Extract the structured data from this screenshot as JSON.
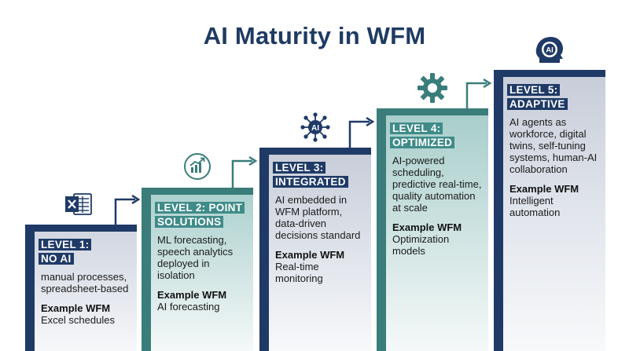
{
  "title": "AI Maturity in WFM",
  "levels": [
    {
      "heading_line1": "LEVEL 1:",
      "heading_line2": "NO AI",
      "description": "manual processes, spreadsheet-based",
      "example_label": "Example WFM",
      "example_value": "Excel schedules",
      "icon": "excel-icon",
      "color": "#1f3a66"
    },
    {
      "heading_line1": "LEVEL 2: POINT",
      "heading_line2": "SOLUTIONS",
      "description": "ML forecasting, speech analytics deployed in isolation",
      "example_label": "Example WFM",
      "example_value": "AI forecasting",
      "icon": "growth-chart-icon",
      "color": "#3a7d7a"
    },
    {
      "heading_line1": "LEVEL 3:",
      "heading_line2": "INTEGRATED",
      "description": "AI embedded in WFM platform, data-driven decisions standard",
      "example_label": "Example WFM",
      "example_value": "Real-time monitoring",
      "icon": "ai-network-icon",
      "icon_text": "AI",
      "color": "#1f3a66"
    },
    {
      "heading_line1": "LEVEL 4:",
      "heading_line2": "OPTIMIZED",
      "description": "AI-powered scheduling, predictive real-time, quality automation at scale",
      "example_label": "Example WFM",
      "example_value": "Optimization models",
      "icon": "gear-icon",
      "color": "#3a7d7a"
    },
    {
      "heading_line1": "LEVEL 5:",
      "heading_line2": "ADAPTIVE",
      "description": "AI agents as workforce, digital twins, self-tuning systems, human-AI collaboration",
      "example_label": "Example WFM",
      "example_value": "Intelligent automation",
      "icon": "ai-head-icon",
      "icon_text": "AI",
      "color": "#1f3a66"
    }
  ]
}
